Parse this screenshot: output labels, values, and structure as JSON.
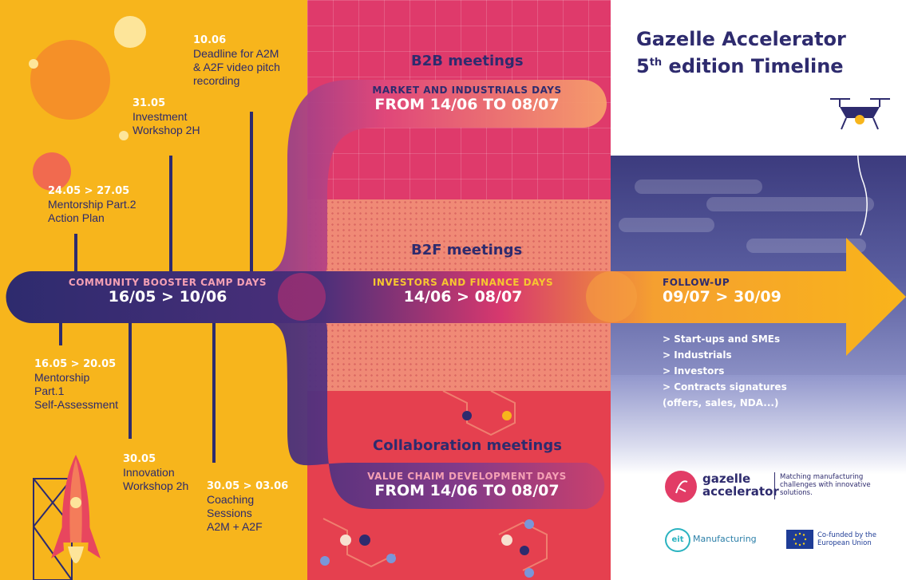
{
  "title": {
    "line1": "Gazelle Accelerator",
    "line2_num": "5",
    "line2_sup": "th",
    "line2_rest": " edition Timeline"
  },
  "sections": {
    "b2b": "B2B meetings",
    "b2f": "B2F meetings",
    "collab": "Collaboration meetings"
  },
  "bands": {
    "community": {
      "label": "COMMUNITY BOOSTER CAMP DAYS",
      "dates": "16/05 > 10/06"
    },
    "market": {
      "label": "MARKET AND INDUSTRIALS DAYS",
      "dates": "FROM 14/06 TO 08/07"
    },
    "investors": {
      "label": "INVESTORS AND FINANCE DAYS",
      "dates": "14/06 > 08/07"
    },
    "value_chain": {
      "label": "VALUE CHAIM DEVELOPMENT DAYS",
      "dates": "FROM 14/06 TO 08/07"
    },
    "followup": {
      "label": "FOLLOW-UP",
      "dates": "09/07 > 30/09"
    }
  },
  "followup_list": [
    "> Start-ups and SMEs",
    "> Industrials",
    "> Investors",
    "> Contracts signatures",
    "(offers, sales, NDA...)"
  ],
  "milestones_top": [
    {
      "date": "10.06",
      "text1": "Deadline for A2M",
      "text2": "& A2F video pitch",
      "text3": "recording"
    },
    {
      "date": "31.05",
      "text1": "Investment",
      "text2": "Workshop 2H"
    },
    {
      "date": "24.05 > 27.05",
      "text1": "Mentorship Part.2",
      "text2": "Action Plan"
    }
  ],
  "milestones_bottom": [
    {
      "date": "16.05 > 20.05",
      "text1": "Mentorship",
      "text2": "Part.1",
      "text3": "Self-Assessment"
    },
    {
      "date": "30.05",
      "text1": "Innovation",
      "text2": "Workshop 2h"
    },
    {
      "date": "30.05 > 03.06",
      "text1": "Coaching",
      "text2": "Sessions",
      "text3": "A2M + A2F"
    }
  ],
  "logos": {
    "gazelle_line1": "gazelle",
    "gazelle_line2": "accelerator",
    "tagline1": "Matching manufacturing",
    "tagline2": "challenges with innovative",
    "tagline3": "solutions.",
    "eit_badge": "eit",
    "eit_name": "Manufacturing",
    "eu1": "Co-funded by the",
    "eu2": "European Union"
  },
  "colors": {
    "navy": "#2e2b6e",
    "yellow": "#f7b51c",
    "pink": "#e23c66",
    "orange": "#f47c5a"
  }
}
